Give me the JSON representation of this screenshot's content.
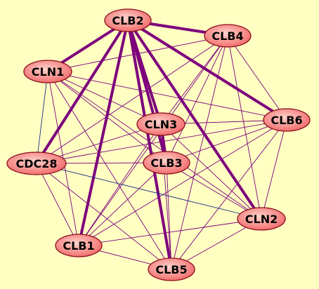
{
  "background_color": "#ffffc2",
  "colors": {
    "node_fill_light": "#ffd3cc",
    "node_fill_dark": "#f06666",
    "node_stroke": "#8a0c1a",
    "edge_purple": "#7d007d",
    "edge_blue": "#1a2e8a"
  },
  "nodes": [
    {
      "id": "CLB2",
      "label": "CLB2"
    },
    {
      "id": "CLB4",
      "label": "CLB4"
    },
    {
      "id": "CLN1",
      "label": "CLN1"
    },
    {
      "id": "CLB6",
      "label": "CLB6"
    },
    {
      "id": "CLN3",
      "label": "CLN3"
    },
    {
      "id": "CDC28",
      "label": "CDC28"
    },
    {
      "id": "CLB3",
      "label": "CLB3"
    },
    {
      "id": "CLN2",
      "label": "CLN2"
    },
    {
      "id": "CLB1",
      "label": "CLB1"
    },
    {
      "id": "CLB5",
      "label": "CLB5"
    }
  ],
  "edges": [
    {
      "source": "CLB2",
      "target": "CLB4",
      "weight": "heavy",
      "color": "purple"
    },
    {
      "source": "CLB2",
      "target": "CLN1",
      "weight": "heavy",
      "color": "purple"
    },
    {
      "source": "CLB2",
      "target": "CDC28",
      "weight": "heavy",
      "color": "purple"
    },
    {
      "source": "CLB2",
      "target": "CLB1",
      "weight": "heavy",
      "color": "purple"
    },
    {
      "source": "CLB2",
      "target": "CLB5",
      "weight": "heavy",
      "color": "purple"
    },
    {
      "source": "CLB2",
      "target": "CLN3",
      "weight": "heavy",
      "color": "purple"
    },
    {
      "source": "CLB2",
      "target": "CLB3",
      "weight": "heavy",
      "color": "purple"
    },
    {
      "source": "CLB2",
      "target": "CLN2",
      "weight": "heavy",
      "color": "purple"
    },
    {
      "source": "CLB2",
      "target": "CLB6",
      "weight": "heavy",
      "color": "purple"
    },
    {
      "source": "CLN3",
      "target": "CLB3",
      "weight": "heavy",
      "color": "purple"
    },
    {
      "source": "CLN1",
      "target": "CLB4",
      "weight": "light",
      "color": "purple"
    },
    {
      "source": "CLN1",
      "target": "CLB6",
      "weight": "light",
      "color": "purple"
    },
    {
      "source": "CLN1",
      "target": "CLN3",
      "weight": "light",
      "color": "purple"
    },
    {
      "source": "CLN1",
      "target": "CLB3",
      "weight": "light",
      "color": "purple"
    },
    {
      "source": "CLN1",
      "target": "CLB1",
      "weight": "light",
      "color": "purple"
    },
    {
      "source": "CLN1",
      "target": "CLB5",
      "weight": "light",
      "color": "purple"
    },
    {
      "source": "CLN1",
      "target": "CLN2",
      "weight": "light",
      "color": "purple"
    },
    {
      "source": "CLN1",
      "target": "CDC28",
      "weight": "light",
      "color": "blue"
    },
    {
      "source": "CLB4",
      "target": "CLB6",
      "weight": "light",
      "color": "purple"
    },
    {
      "source": "CLB4",
      "target": "CLN3",
      "weight": "light",
      "color": "purple"
    },
    {
      "source": "CLB4",
      "target": "CLB3",
      "weight": "light",
      "color": "purple"
    },
    {
      "source": "CLB4",
      "target": "CDC28",
      "weight": "light",
      "color": "purple"
    },
    {
      "source": "CLB4",
      "target": "CLB1",
      "weight": "light",
      "color": "purple"
    },
    {
      "source": "CLB4",
      "target": "CLB5",
      "weight": "light",
      "color": "purple"
    },
    {
      "source": "CLB4",
      "target": "CLN2",
      "weight": "light",
      "color": "purple"
    },
    {
      "source": "CLB6",
      "target": "CLN3",
      "weight": "light",
      "color": "purple"
    },
    {
      "source": "CLB6",
      "target": "CLB3",
      "weight": "light",
      "color": "purple"
    },
    {
      "source": "CLB6",
      "target": "CDC28",
      "weight": "light",
      "color": "purple"
    },
    {
      "source": "CLB6",
      "target": "CLB1",
      "weight": "light",
      "color": "purple"
    },
    {
      "source": "CLB6",
      "target": "CLB5",
      "weight": "light",
      "color": "purple"
    },
    {
      "source": "CLB6",
      "target": "CLN2",
      "weight": "light",
      "color": "purple"
    },
    {
      "source": "CLN3",
      "target": "CDC28",
      "weight": "light",
      "color": "purple"
    },
    {
      "source": "CLN3",
      "target": "CLB1",
      "weight": "light",
      "color": "purple"
    },
    {
      "source": "CLN3",
      "target": "CLB5",
      "weight": "light",
      "color": "purple"
    },
    {
      "source": "CLN3",
      "target": "CLN2",
      "weight": "light",
      "color": "purple"
    },
    {
      "source": "CDC28",
      "target": "CLB3",
      "weight": "light",
      "color": "purple"
    },
    {
      "source": "CDC28",
      "target": "CLB1",
      "weight": "light",
      "color": "purple"
    },
    {
      "source": "CDC28",
      "target": "CLB5",
      "weight": "light",
      "color": "purple"
    },
    {
      "source": "CDC28",
      "target": "CLN2",
      "weight": "light",
      "color": "blue"
    },
    {
      "source": "CLB3",
      "target": "CLN2",
      "weight": "light",
      "color": "purple"
    },
    {
      "source": "CLB3",
      "target": "CLB1",
      "weight": "light",
      "color": "purple"
    },
    {
      "source": "CLB3",
      "target": "CLB5",
      "weight": "light",
      "color": "purple"
    },
    {
      "source": "CLB1",
      "target": "CLN2",
      "weight": "light",
      "color": "purple"
    },
    {
      "source": "CLB1",
      "target": "CLB5",
      "weight": "light",
      "color": "purple"
    },
    {
      "source": "CLB5",
      "target": "CLN2",
      "weight": "light",
      "color": "purple"
    }
  ]
}
